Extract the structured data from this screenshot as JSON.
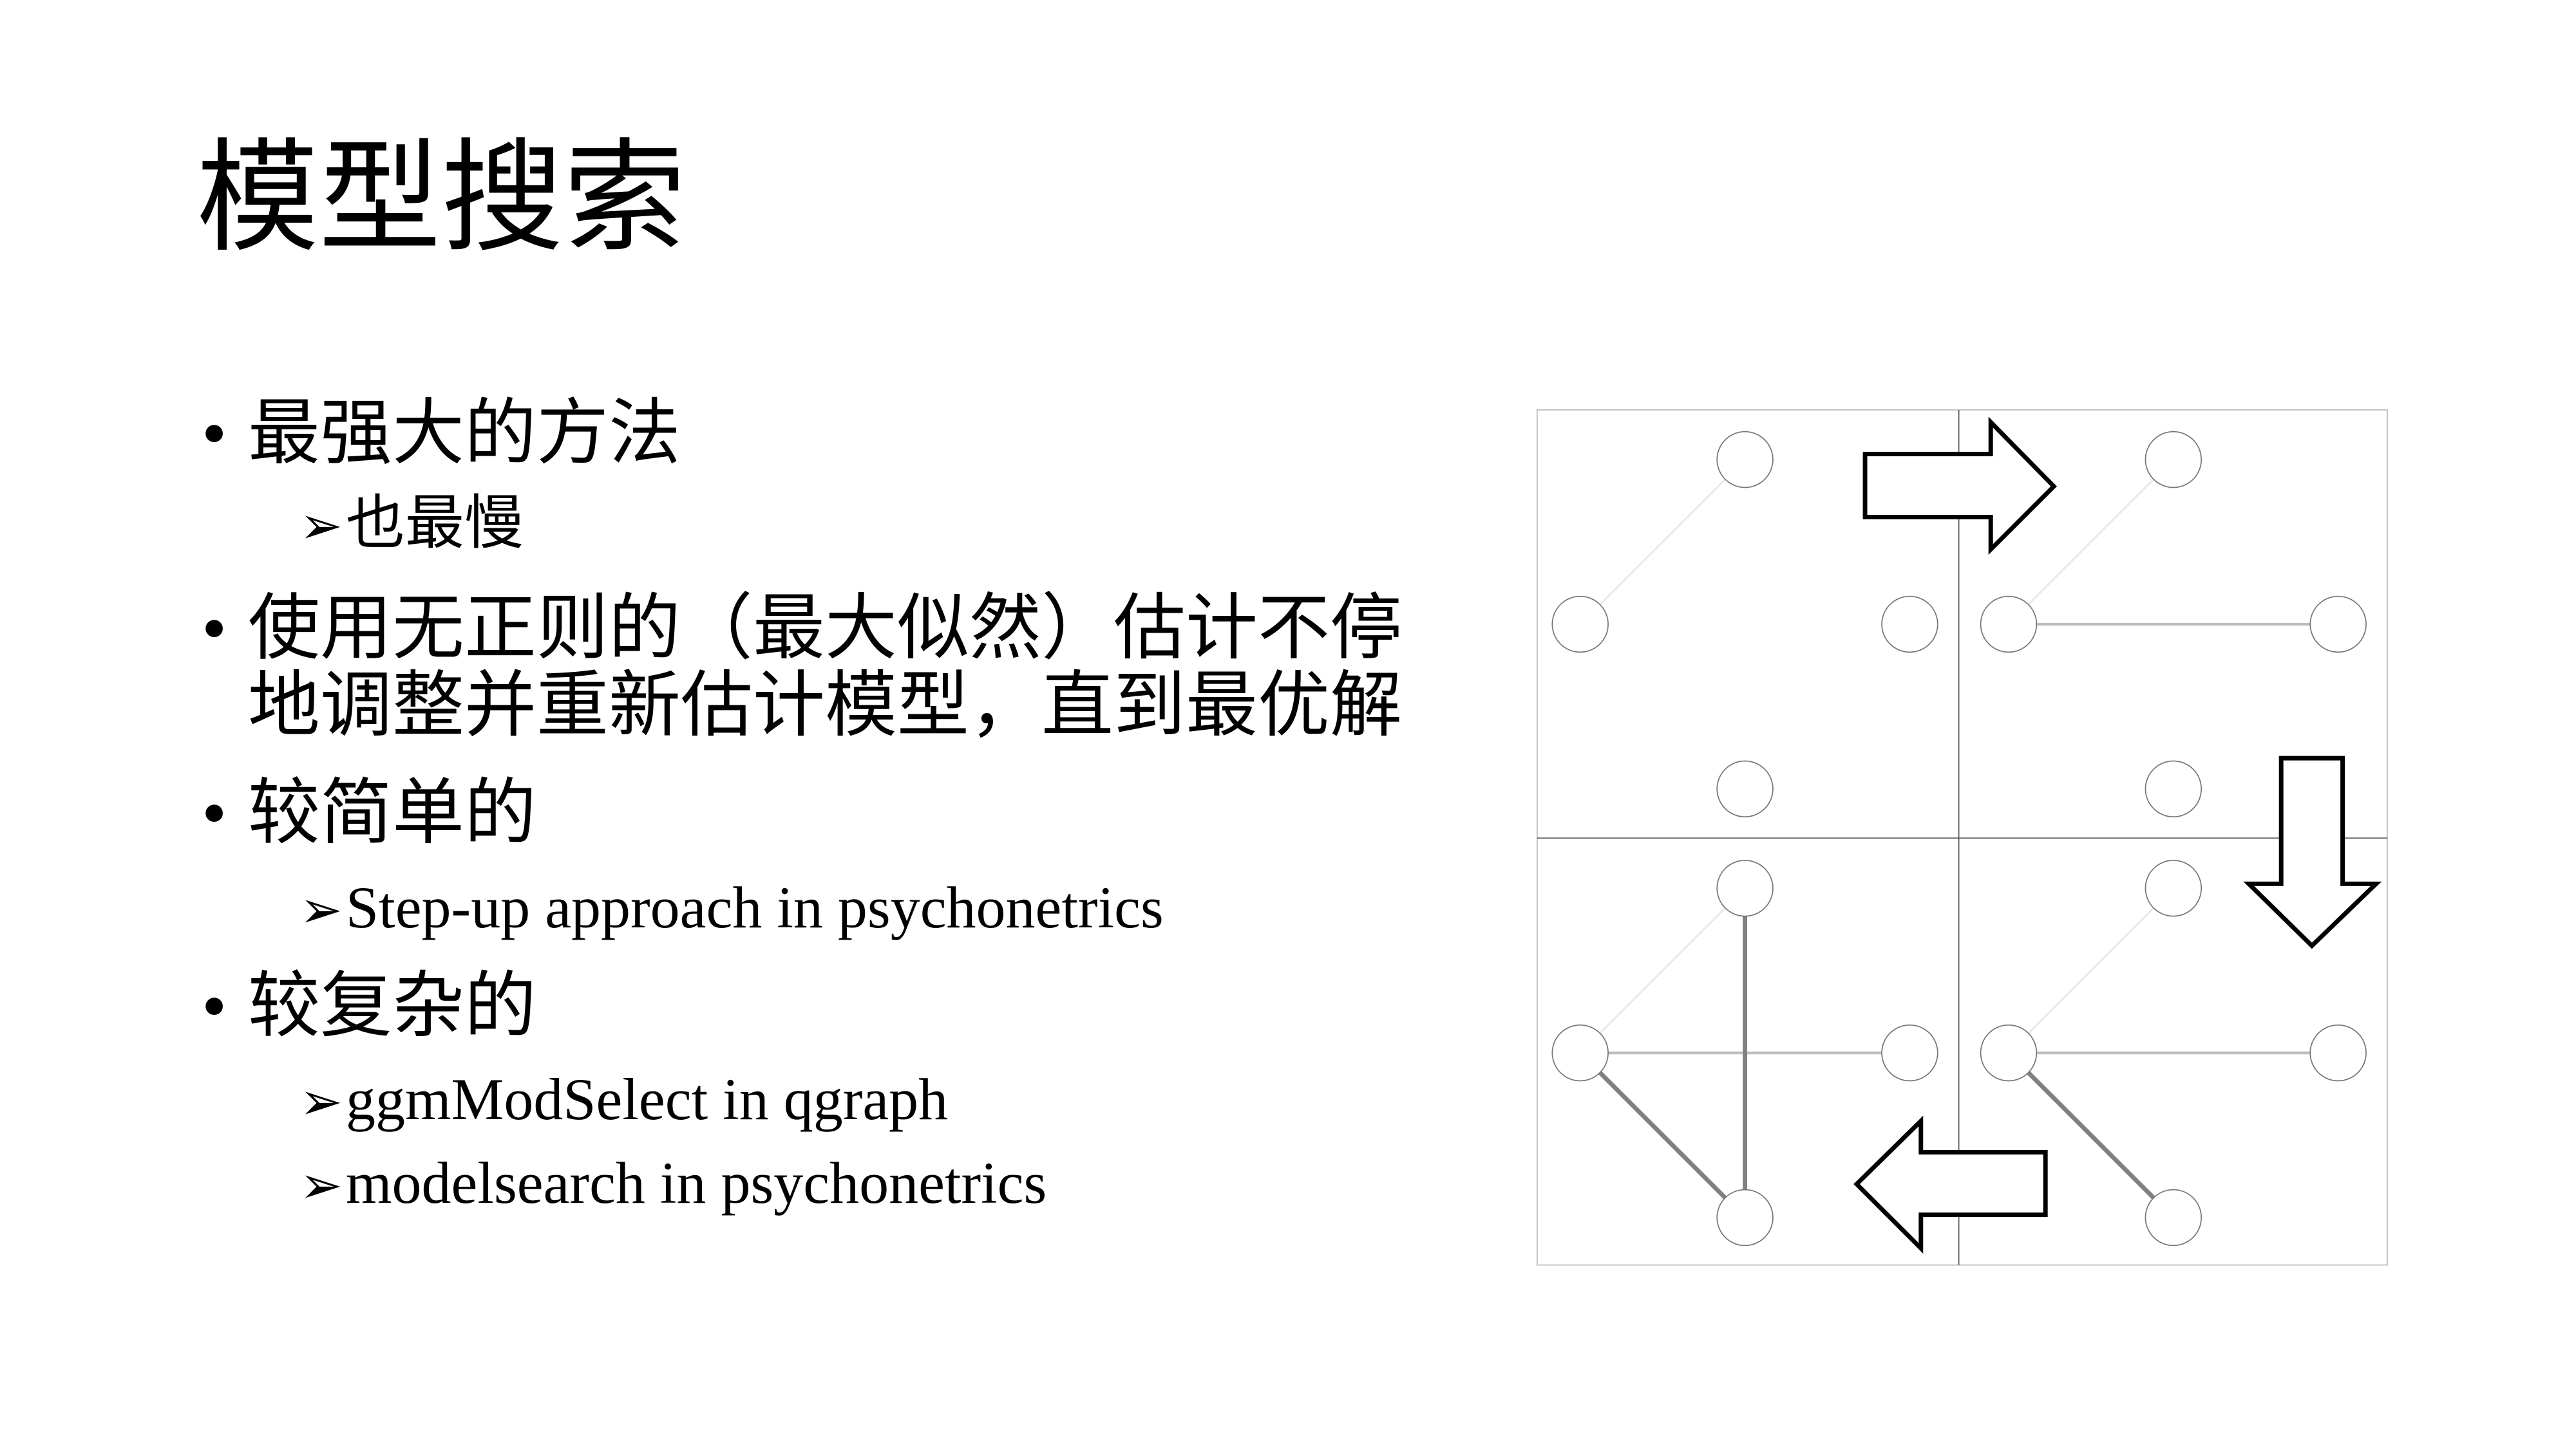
{
  "slide": {
    "title": "模型搜索",
    "bullets": [
      {
        "text": "最强大的方法",
        "subitems": [
          "也最慢"
        ]
      },
      {
        "text_lines": [
          "使用无正则的（最大似然）估计不停",
          "地调整并重新估计模型，直到最优解"
        ]
      },
      {
        "text": "较简单的",
        "subitems": [
          "Step-up approach in psychonetrics"
        ]
      },
      {
        "text": "较复杂的",
        "subitems": [
          "ggmModSelect in qgraph",
          "modelsearch in psychonetrics"
        ]
      }
    ],
    "bullet_glyph": "•",
    "sub_glyph": "➢"
  },
  "diagram": {
    "panels": 4,
    "edge_colors": {
      "weak": "#e6e6e6",
      "medium": "#bdbdbd",
      "strong": "#808080"
    },
    "arrow_sequence": [
      "right",
      "down",
      "left"
    ]
  }
}
